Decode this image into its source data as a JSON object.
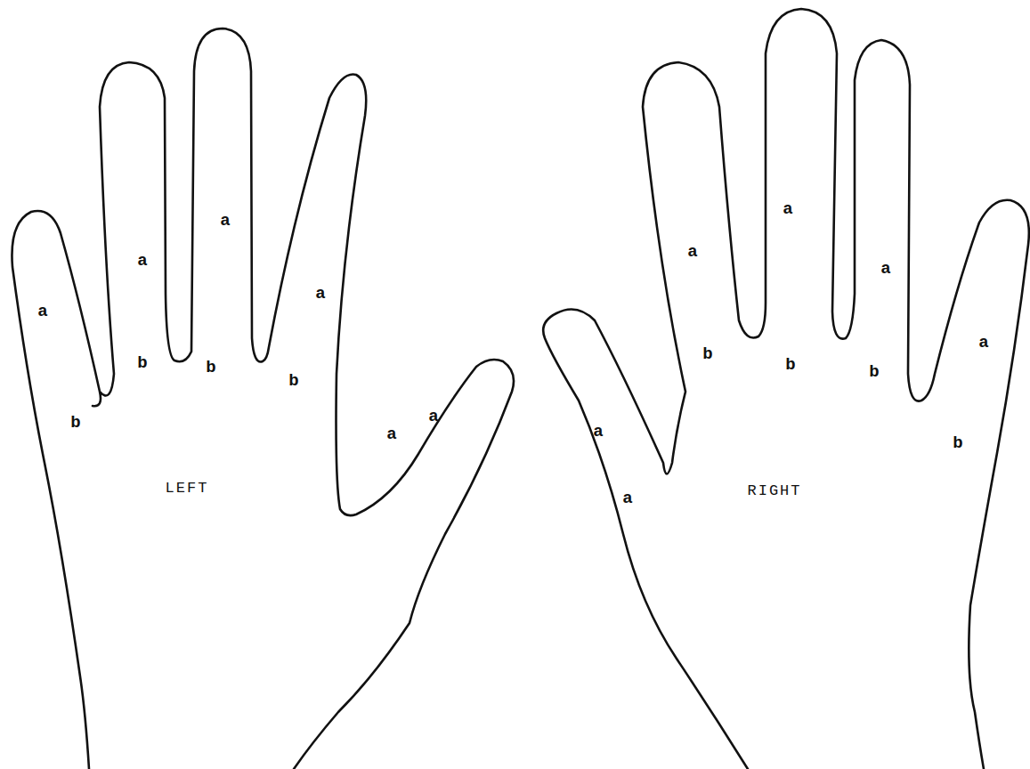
{
  "diagram": {
    "labels": [
      "a",
      "a",
      "a",
      "a",
      "b",
      "b",
      "b",
      "b",
      "a",
      "a",
      "LEFT",
      "a",
      "a",
      "a",
      "a",
      "b",
      "b",
      "b",
      "b",
      "a",
      "a",
      "RIGHT"
    ]
  }
}
